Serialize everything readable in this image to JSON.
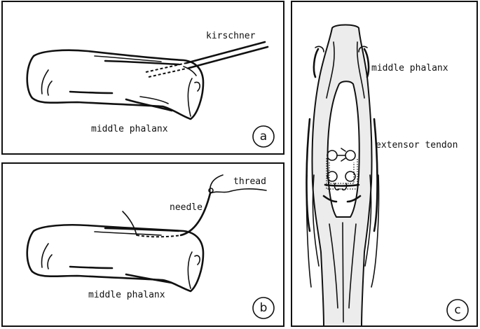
{
  "panels": {
    "a": {
      "badge": "a",
      "instrument_label": "kirschner",
      "bone_label": "middle phalanx"
    },
    "b": {
      "badge": "b",
      "needle_label": "needle",
      "thread_label": "thread",
      "bone_label": "middle phalanx"
    },
    "c": {
      "badge": "c",
      "bone_label": "middle phalanx",
      "tendon_label": "extensor tendon"
    }
  }
}
